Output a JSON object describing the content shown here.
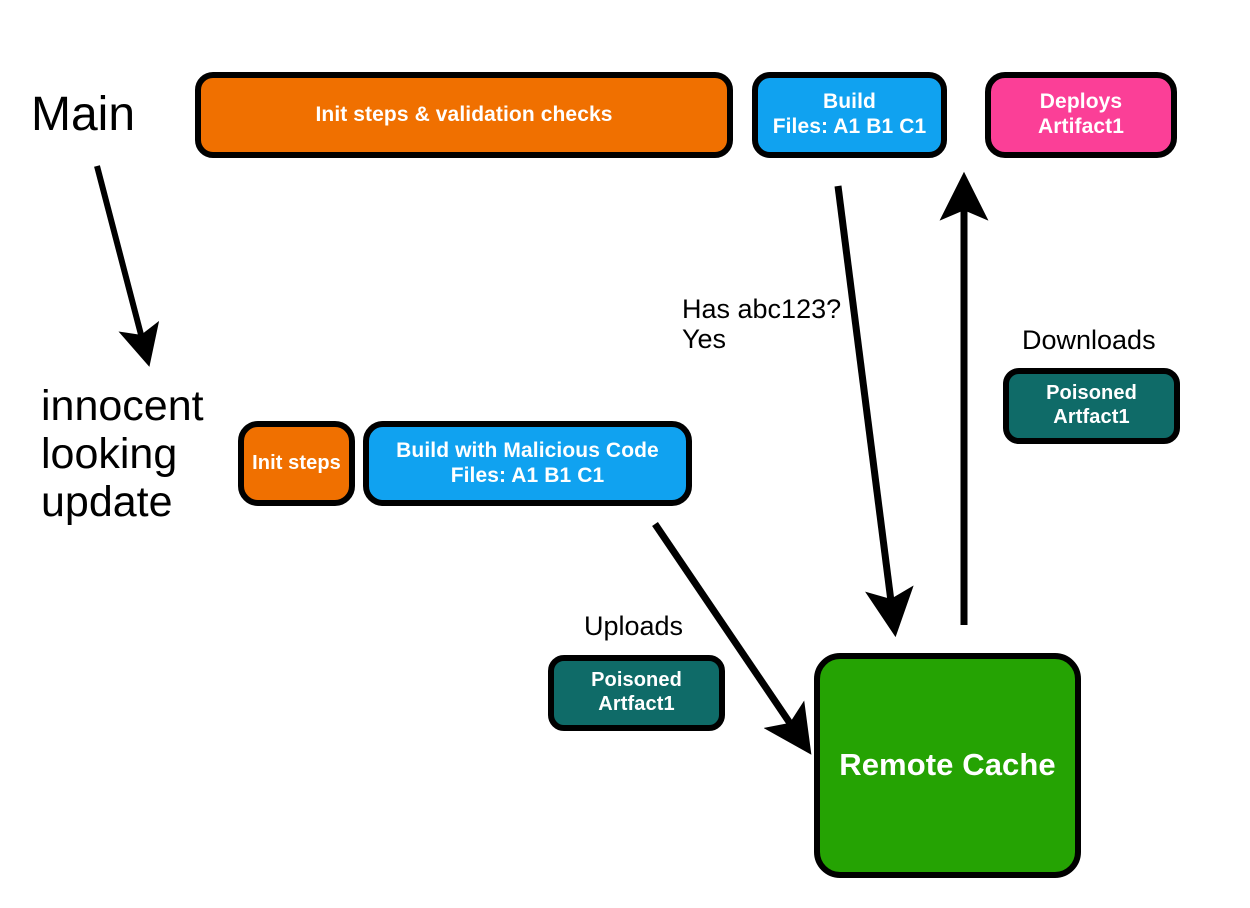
{
  "diagram": {
    "title_text": "Main",
    "branch_text": "innocent\nlooking\nupdate",
    "colors": {
      "orange": "#F07000",
      "blue": "#10A2F0",
      "pink": "#FB3F97",
      "teal": "#0F6B68",
      "green": "#25A303",
      "outline": "#000000",
      "text_on_node": "#FFFFFF",
      "text_plain": "#000000"
    },
    "nodes": [
      {
        "id": "main-init",
        "label": "Init steps & validation checks",
        "color": "orange"
      },
      {
        "id": "main-build",
        "label": "Build\nFiles: A1  B1  C1",
        "color": "blue"
      },
      {
        "id": "main-deploys",
        "label": "Deploys\nArtifact1",
        "color": "pink"
      },
      {
        "id": "mal-init",
        "label": "Init steps",
        "color": "orange"
      },
      {
        "id": "mal-build",
        "label": "Build with Malicious Code\nFiles: A1  B1  C1",
        "color": "blue"
      },
      {
        "id": "artifact-dl",
        "label": "Poisoned\nArtfact1",
        "color": "teal"
      },
      {
        "id": "artifact-ul",
        "label": "Poisoned\nArtfact1",
        "color": "teal"
      },
      {
        "id": "remote-cache",
        "label": "Remote Cache",
        "color": "green"
      }
    ],
    "edge_labels": {
      "cache_lookup": "Has abc123?\nYes",
      "downloads": "Downloads",
      "uploads": "Uploads"
    }
  }
}
